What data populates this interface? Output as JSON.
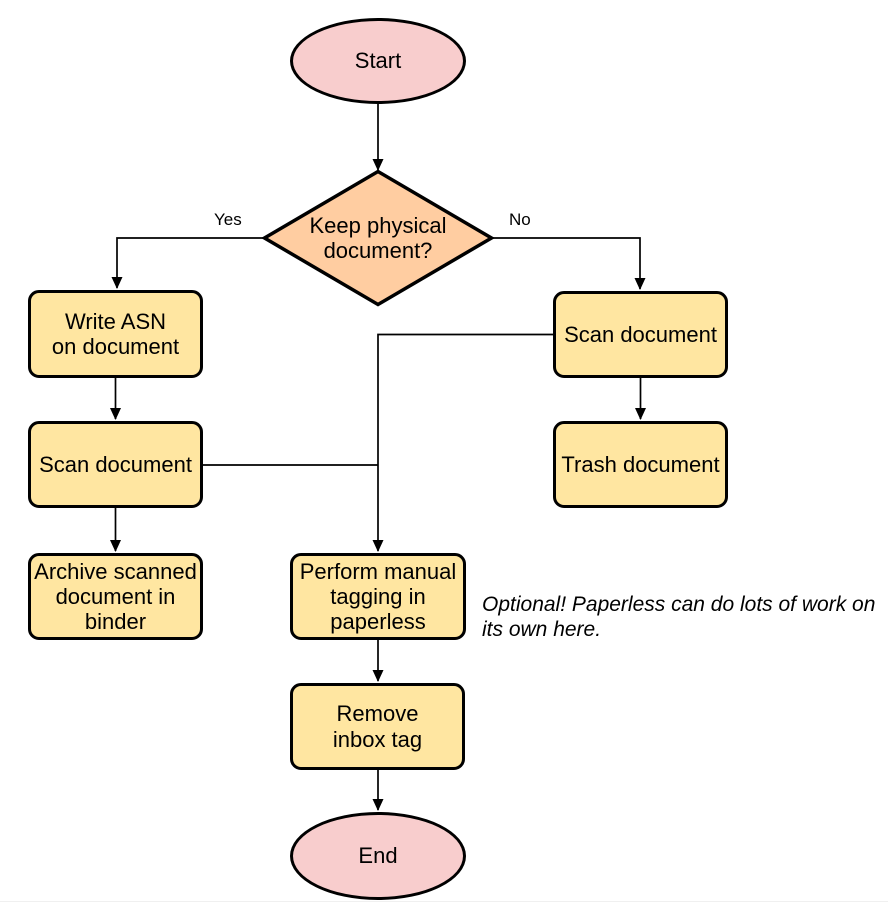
{
  "colors": {
    "terminal_fill": "#f8cdcd",
    "decision_fill": "#ffcda1",
    "process_fill": "#ffe6a1",
    "stroke": "#000000",
    "background": "#ffffff"
  },
  "nodes": {
    "start": {
      "label": "Start",
      "shape": "ellipse"
    },
    "decision_keep_physical": {
      "label": "Keep physical\ndocument?",
      "shape": "diamond"
    },
    "write_asn": {
      "label": "Write ASN\non document",
      "shape": "process"
    },
    "scan_document_left": {
      "label": "Scan document",
      "shape": "process"
    },
    "archive_in_binder": {
      "label": "Archive scanned\ndocument in\nbinder",
      "shape": "process"
    },
    "scan_document_right": {
      "label": "Scan document",
      "shape": "process"
    },
    "trash_document": {
      "label": "Trash document",
      "shape": "process"
    },
    "manual_tagging": {
      "label": "Perform manual\ntagging in\npaperless",
      "shape": "process"
    },
    "remove_inbox_tag": {
      "label": "Remove\ninbox tag",
      "shape": "process"
    },
    "end": {
      "label": "End",
      "shape": "ellipse"
    }
  },
  "edge_labels": {
    "yes": "Yes",
    "no": "No"
  },
  "annotation": {
    "text": "Optional! Paperless can do lots of work on\nits own here."
  }
}
